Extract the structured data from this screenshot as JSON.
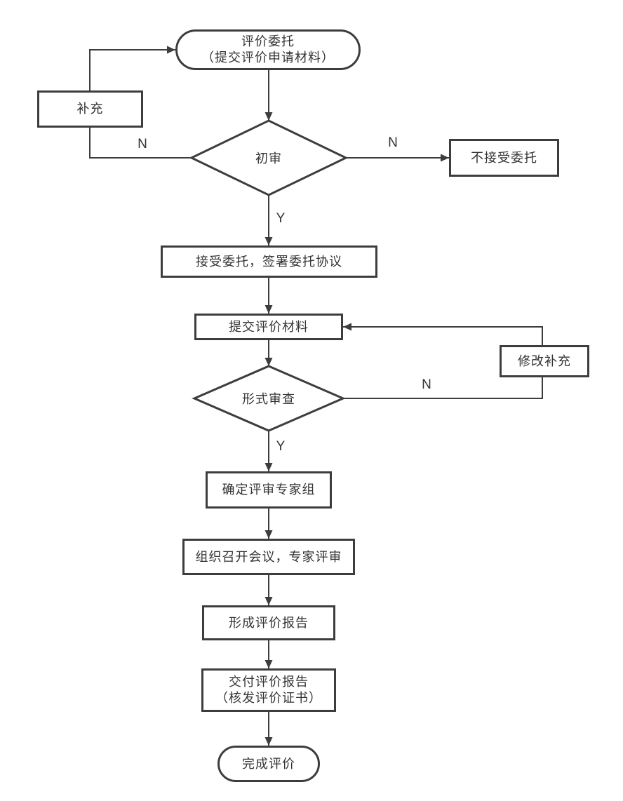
{
  "nodes": {
    "start": {
      "line1": "评价委托",
      "line2": "（提交评价申请材料）"
    },
    "supplement": {
      "label": "补充"
    },
    "initial_review": {
      "label": "初审"
    },
    "reject": {
      "label": "不接受委托"
    },
    "accept": {
      "label": "接受委托，签署委托协议"
    },
    "submit_materials": {
      "label": "提交评价材料"
    },
    "modify_supplement": {
      "label": "修改补充"
    },
    "formal_review": {
      "label": "形式审查"
    },
    "expert_group": {
      "label": "确定评审专家组"
    },
    "meeting": {
      "label": "组织召开会议，专家评审"
    },
    "report": {
      "label": "形成评价报告"
    },
    "deliver": {
      "line1": "交付评价报告",
      "line2": "（核发评价证书）"
    },
    "end": {
      "label": "完成评价"
    }
  },
  "edge_labels": {
    "initial_review_to_supplement": "N",
    "initial_review_to_reject": "N",
    "initial_review_to_accept": "Y",
    "formal_review_to_modify": "N",
    "formal_review_to_expert_group": "Y"
  },
  "colors": {
    "stroke": "#3d3d3d",
    "text": "#333333",
    "background": "#ffffff"
  }
}
